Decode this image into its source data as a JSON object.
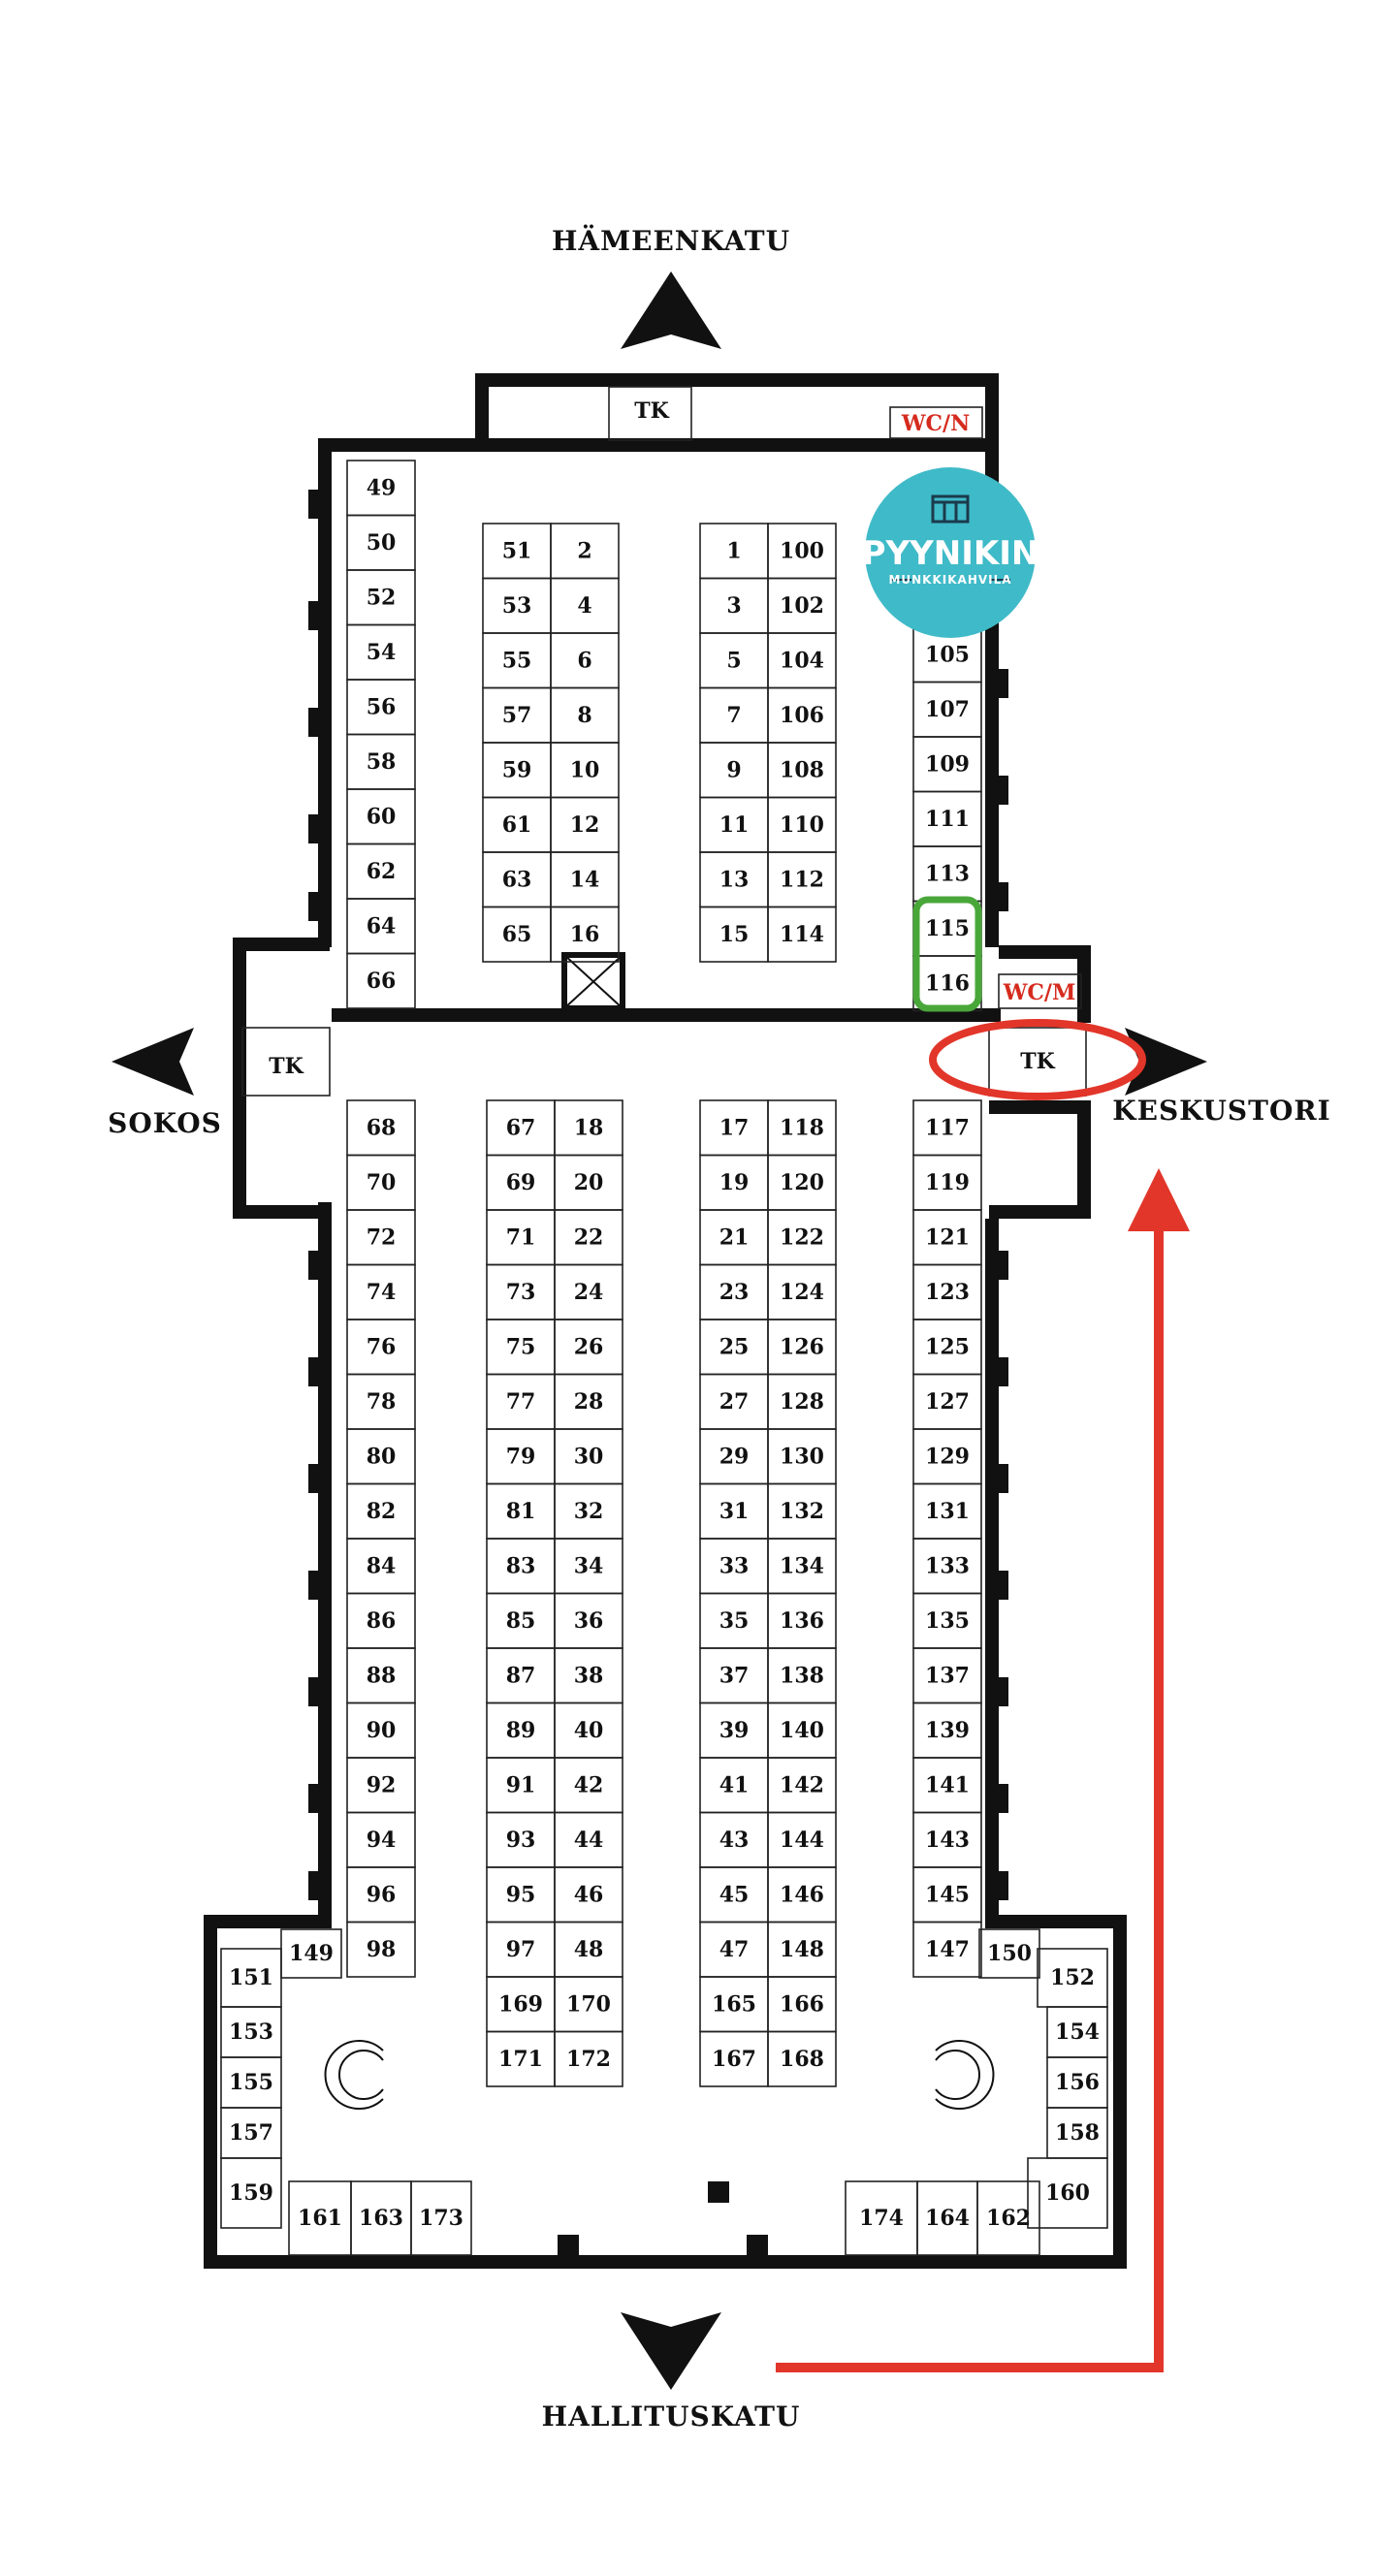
{
  "streets": {
    "north": "HÄMEENKATU",
    "west": "SOKOS",
    "east": "KESKUSTORI",
    "south": "HALLITUSKATU"
  },
  "labels": {
    "wc_n": "WC/N",
    "wc_m": "WC/M",
    "tk": "TK"
  },
  "logo": {
    "title": "PYYNIKIN",
    "subtitle": "MUNKKIKAHVILA",
    "color": "#3fbac8",
    "icon": "tower-icon"
  },
  "highlights": {
    "green_stalls": [
      "115",
      "116"
    ],
    "green_color": "#49a73a",
    "red_circle": "TK",
    "red_color": "#e2362a"
  },
  "stalls": {
    "north_west_wall": [
      "49",
      "50",
      "52",
      "54",
      "56",
      "58",
      "60",
      "62",
      "64",
      "66"
    ],
    "north_col_a": [
      [
        "51",
        "2"
      ],
      [
        "53",
        "4"
      ],
      [
        "55",
        "6"
      ],
      [
        "57",
        "8"
      ],
      [
        "59",
        "10"
      ],
      [
        "61",
        "12"
      ],
      [
        "63",
        "14"
      ],
      [
        "65",
        "16"
      ]
    ],
    "north_col_b": [
      [
        "1",
        "100"
      ],
      [
        "3",
        "102"
      ],
      [
        "5",
        "104"
      ],
      [
        "7",
        "106"
      ],
      [
        "9",
        "108"
      ],
      [
        "11",
        "110"
      ],
      [
        "13",
        "112"
      ],
      [
        "15",
        "114"
      ]
    ],
    "north_east_wall": [
      "105",
      "107",
      "109",
      "111",
      "113",
      "115",
      "116"
    ],
    "south_west_wall": [
      "68",
      "70",
      "72",
      "74",
      "76",
      "78",
      "80",
      "82",
      "84",
      "86",
      "88",
      "90",
      "92",
      "94",
      "96",
      "98"
    ],
    "south_col_a": [
      [
        "67",
        "18"
      ],
      [
        "69",
        "20"
      ],
      [
        "71",
        "22"
      ],
      [
        "73",
        "24"
      ],
      [
        "75",
        "26"
      ],
      [
        "77",
        "28"
      ],
      [
        "79",
        "30"
      ],
      [
        "81",
        "32"
      ],
      [
        "83",
        "34"
      ],
      [
        "85",
        "36"
      ],
      [
        "87",
        "38"
      ],
      [
        "89",
        "40"
      ],
      [
        "91",
        "42"
      ],
      [
        "93",
        "44"
      ],
      [
        "95",
        "46"
      ],
      [
        "97",
        "48"
      ],
      [
        "169",
        "170"
      ],
      [
        "171",
        "172"
      ]
    ],
    "south_col_b": [
      [
        "17",
        "118"
      ],
      [
        "19",
        "120"
      ],
      [
        "21",
        "122"
      ],
      [
        "23",
        "124"
      ],
      [
        "25",
        "126"
      ],
      [
        "27",
        "128"
      ],
      [
        "29",
        "130"
      ],
      [
        "31",
        "132"
      ],
      [
        "33",
        "134"
      ],
      [
        "35",
        "136"
      ],
      [
        "37",
        "138"
      ],
      [
        "39",
        "140"
      ],
      [
        "41",
        "142"
      ],
      [
        "43",
        "144"
      ],
      [
        "45",
        "146"
      ],
      [
        "47",
        "148"
      ],
      [
        "165",
        "166"
      ],
      [
        "167",
        "168"
      ]
    ],
    "south_east_wall": [
      "117",
      "119",
      "121",
      "123",
      "125",
      "127",
      "129",
      "131",
      "133",
      "135",
      "137",
      "139",
      "141",
      "143",
      "145",
      "147"
    ],
    "bottom_west": [
      "149",
      "151",
      "153",
      "155",
      "157",
      "159",
      "161",
      "163",
      "173"
    ],
    "bottom_east": [
      "150",
      "152",
      "154",
      "156",
      "158",
      "160",
      "162",
      "164",
      "174"
    ]
  }
}
